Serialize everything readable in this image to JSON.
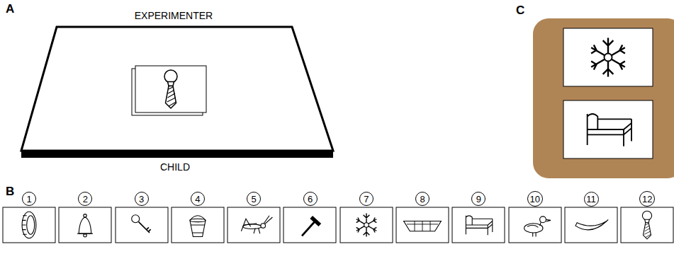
{
  "diagram": {
    "nodes": [
      {
        "text": [
          "1"
        ]
      },
      {
        "text": [
          "2"
        ]
      },
      {
        "text": [
          "3"
        ]
      },
      {
        "text": [
          "4"
        ]
      },
      {
        "text": [
          "5"
        ]
      },
      {
        "text": [
          "6"
        ]
      },
      {
        "text": [
          "7"
        ]
      },
      {
        "text": [
          "8"
        ]
      },
      {
        "text": [
          "9"
        ]
      },
      {
        "text": [
          "10"
        ]
      },
      {
        "text": [
          "11"
        ]
      },
      {
        "text": [
          "12"
        ]
      }
    ],
    "labels": [
      "A",
      "EXPERIMENTER",
      "CHILD",
      "B",
      "C"
    ]
  }
}
